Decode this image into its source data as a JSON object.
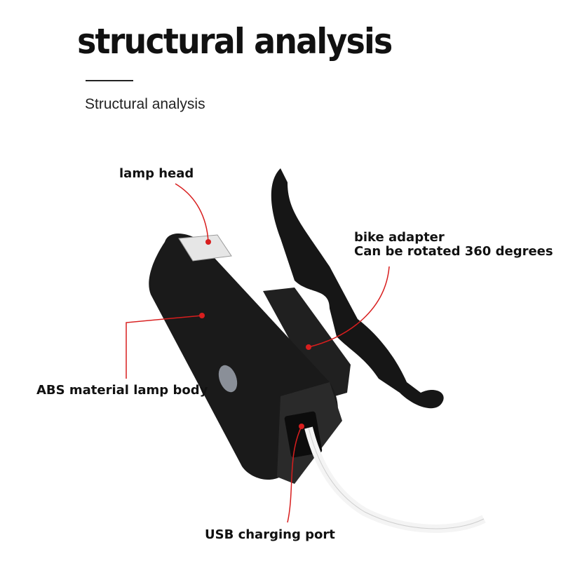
{
  "header": {
    "title": "structural analysis",
    "subtitle": "Structural analysis"
  },
  "callouts": {
    "lamp_head": "lamp head",
    "bike_adapter": "bike adapter",
    "bike_adapter_note": "Can be rotated 360 degrees",
    "lamp_body": "ABS material lamp body",
    "usb_port": "USB charging port"
  },
  "colors": {
    "leader_line": "#d81e1e",
    "lamp_body": "#1b1b1b"
  }
}
